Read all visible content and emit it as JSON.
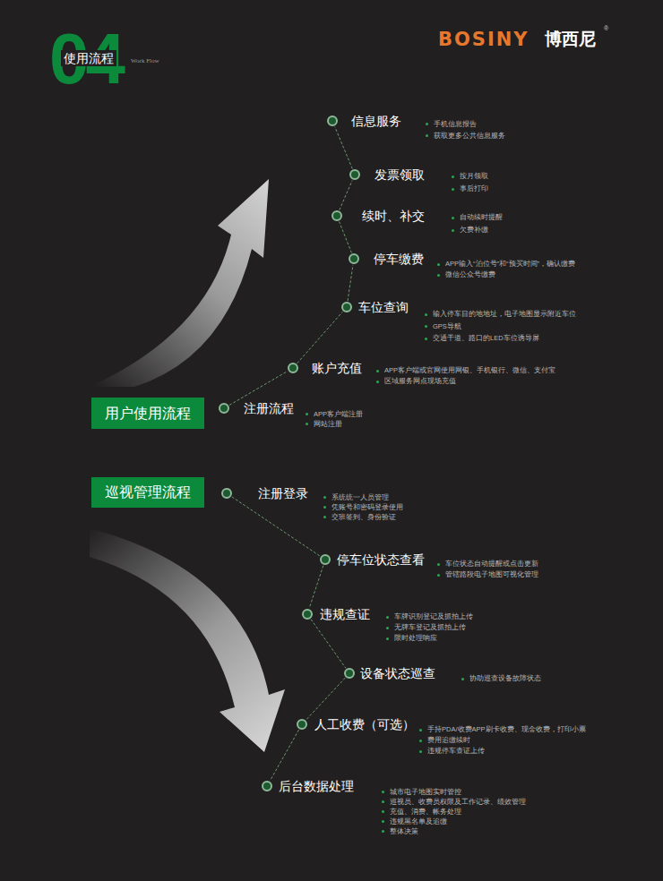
{
  "diagram": {
    "title": "使用流程",
    "nodes": [
      {
        "text": [
          "信息服务",
          "手机信息报告",
          "获取更多公共信息服务"
        ]
      },
      {
        "text": [
          "发票领取",
          "按月领取",
          "事后打印"
        ]
      },
      {
        "text": [
          "续时、补交",
          "自动续时提醒",
          "欠费补缴"
        ]
      },
      {
        "text": [
          "停车缴费",
          "APP输入“泊位号”和“预买时间”，确认缴费",
          "微信公众号缴费"
        ]
      },
      {
        "text": [
          "车位查询",
          "输入停车目的地地址，电子地图显示附近车位",
          "GPS导航",
          "交通干道、路口的LED车位诱导屏"
        ]
      },
      {
        "text": [
          "账户充值",
          "APP客户端或官网使用网银、手机银行、微信、支付宝",
          "区域服务网点现场充值"
        ]
      },
      {
        "text": [
          "用户使用流程"
        ]
      },
      {
        "text": [
          "注册流程",
          "APP客户端注册",
          "网站注册"
        ]
      },
      {
        "text": [
          "巡视管理流程"
        ]
      },
      {
        "text": [
          "注册登录",
          "系统统一人员管理",
          "凭账号和密码登录使用",
          "交班签到、身份验证"
        ]
      },
      {
        "text": [
          "停车位状态查看",
          "车位状态自动提醒或点击更新",
          "管辖路段电子地图可视化管理"
        ]
      },
      {
        "text": [
          "违规查证",
          "车牌识别登记及抓拍上传",
          "无牌车登记及抓拍上传",
          "限时处理响应"
        ]
      },
      {
        "text": [
          "设备状态巡查",
          "协助巡查设备故障状态"
        ]
      },
      {
        "text": [
          "人工收费（可选）",
          "手持PDA/收费APP刷卡收费、现金收费，打印小票",
          "费用追缴续时",
          "违规停车查证上传"
        ]
      },
      {
        "text": [
          "后台数据处理",
          "城市电子地图实时管控",
          "巡视员、收费员权限及工作记录、绩效管理",
          "充值、消费、帐务处理",
          "违规黑名单及追缴",
          "整体决策"
        ]
      }
    ],
    "edges": [
      {
        "from": 7,
        "to": 5,
        "arrow": "none"
      },
      {
        "from": 5,
        "to": 4,
        "arrow": "none"
      },
      {
        "from": 4,
        "to": 3,
        "arrow": "none"
      },
      {
        "from": 3,
        "to": 2,
        "arrow": "none"
      },
      {
        "from": 2,
        "to": 1,
        "arrow": "none"
      },
      {
        "from": 1,
        "to": 0,
        "arrow": "none"
      },
      {
        "from": 9,
        "to": 10,
        "arrow": "none"
      },
      {
        "from": 10,
        "to": 11,
        "arrow": "none"
      },
      {
        "from": 11,
        "to": 12,
        "arrow": "none"
      },
      {
        "from": 12,
        "to": 13,
        "arrow": "none"
      },
      {
        "from": 13,
        "to": 14,
        "arrow": "none"
      }
    ],
    "labels": [
      "04",
      "Work Flow",
      "BOSINY",
      "博西尼",
      "®"
    ]
  }
}
